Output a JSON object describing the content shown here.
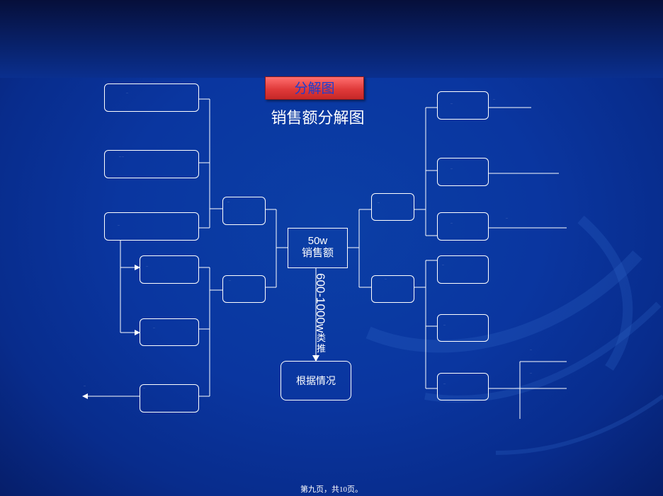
{
  "badge": "分解图",
  "title": "销售额分解图",
  "center": {
    "line1": "50w",
    "line2": "销售额"
  },
  "arrow_label": {
    "number": "600-1000w",
    "suffix": "类推"
  },
  "bottom_node": "根据情况",
  "footer": "第九页，共10页。",
  "tiny_labels": {
    "l1": "…",
    "l2": "… …",
    "l3": "…",
    "l4": "…",
    "l5": "…",
    "l6": "…",
    "mid_top": "…",
    "mid_bot": "…",
    "r_mid_top": "…",
    "r_mid_bot": "…",
    "r1": "…",
    "r2": "…",
    "r3": "…",
    "r4": "…",
    "r5": "…",
    "r6": "…",
    "left_arrow": "…",
    "r1_line": "…",
    "r3_line": "…",
    "r6_line_top": "…",
    "r6_line_mid": "…"
  },
  "colors": {
    "line": "#ffffff",
    "badge": "#e03a3a",
    "badge_text": "#1b3fd1",
    "background": "#0a36a0"
  }
}
